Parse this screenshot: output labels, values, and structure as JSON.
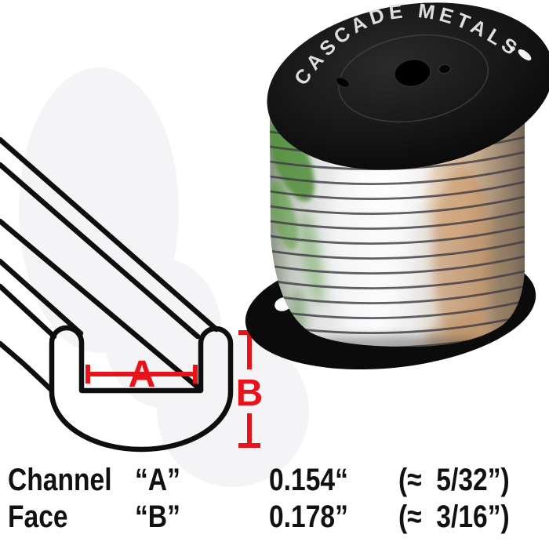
{
  "page": {
    "background_color": "#ffffff",
    "watermark_color": "#f4f4f7"
  },
  "spool": {
    "brand_text": "CASCADE METALS",
    "flange_color": "#0b0b0b",
    "brand_text_color": "#dededf",
    "wire_silver_color": "#f4f5f7",
    "wire_gap_color": "#413c46",
    "reflection_green_color": "#4f8f38",
    "reflection_copper_color": "#c08a5a"
  },
  "diagram": {
    "dim_a_label": "A",
    "dim_b_label": "B",
    "outline_color": "#0e0e0e",
    "dimension_color": "#e8131a"
  },
  "spec_table": {
    "text_color": "#111111",
    "rows": [
      {
        "name": "Channel",
        "letter": "“A”",
        "value": "0.154“",
        "approx": "(≈  5/32”)"
      },
      {
        "name": "Face",
        "letter": "“B”",
        "value": "0.178”",
        "approx": "(≈  3/16”)"
      }
    ]
  }
}
